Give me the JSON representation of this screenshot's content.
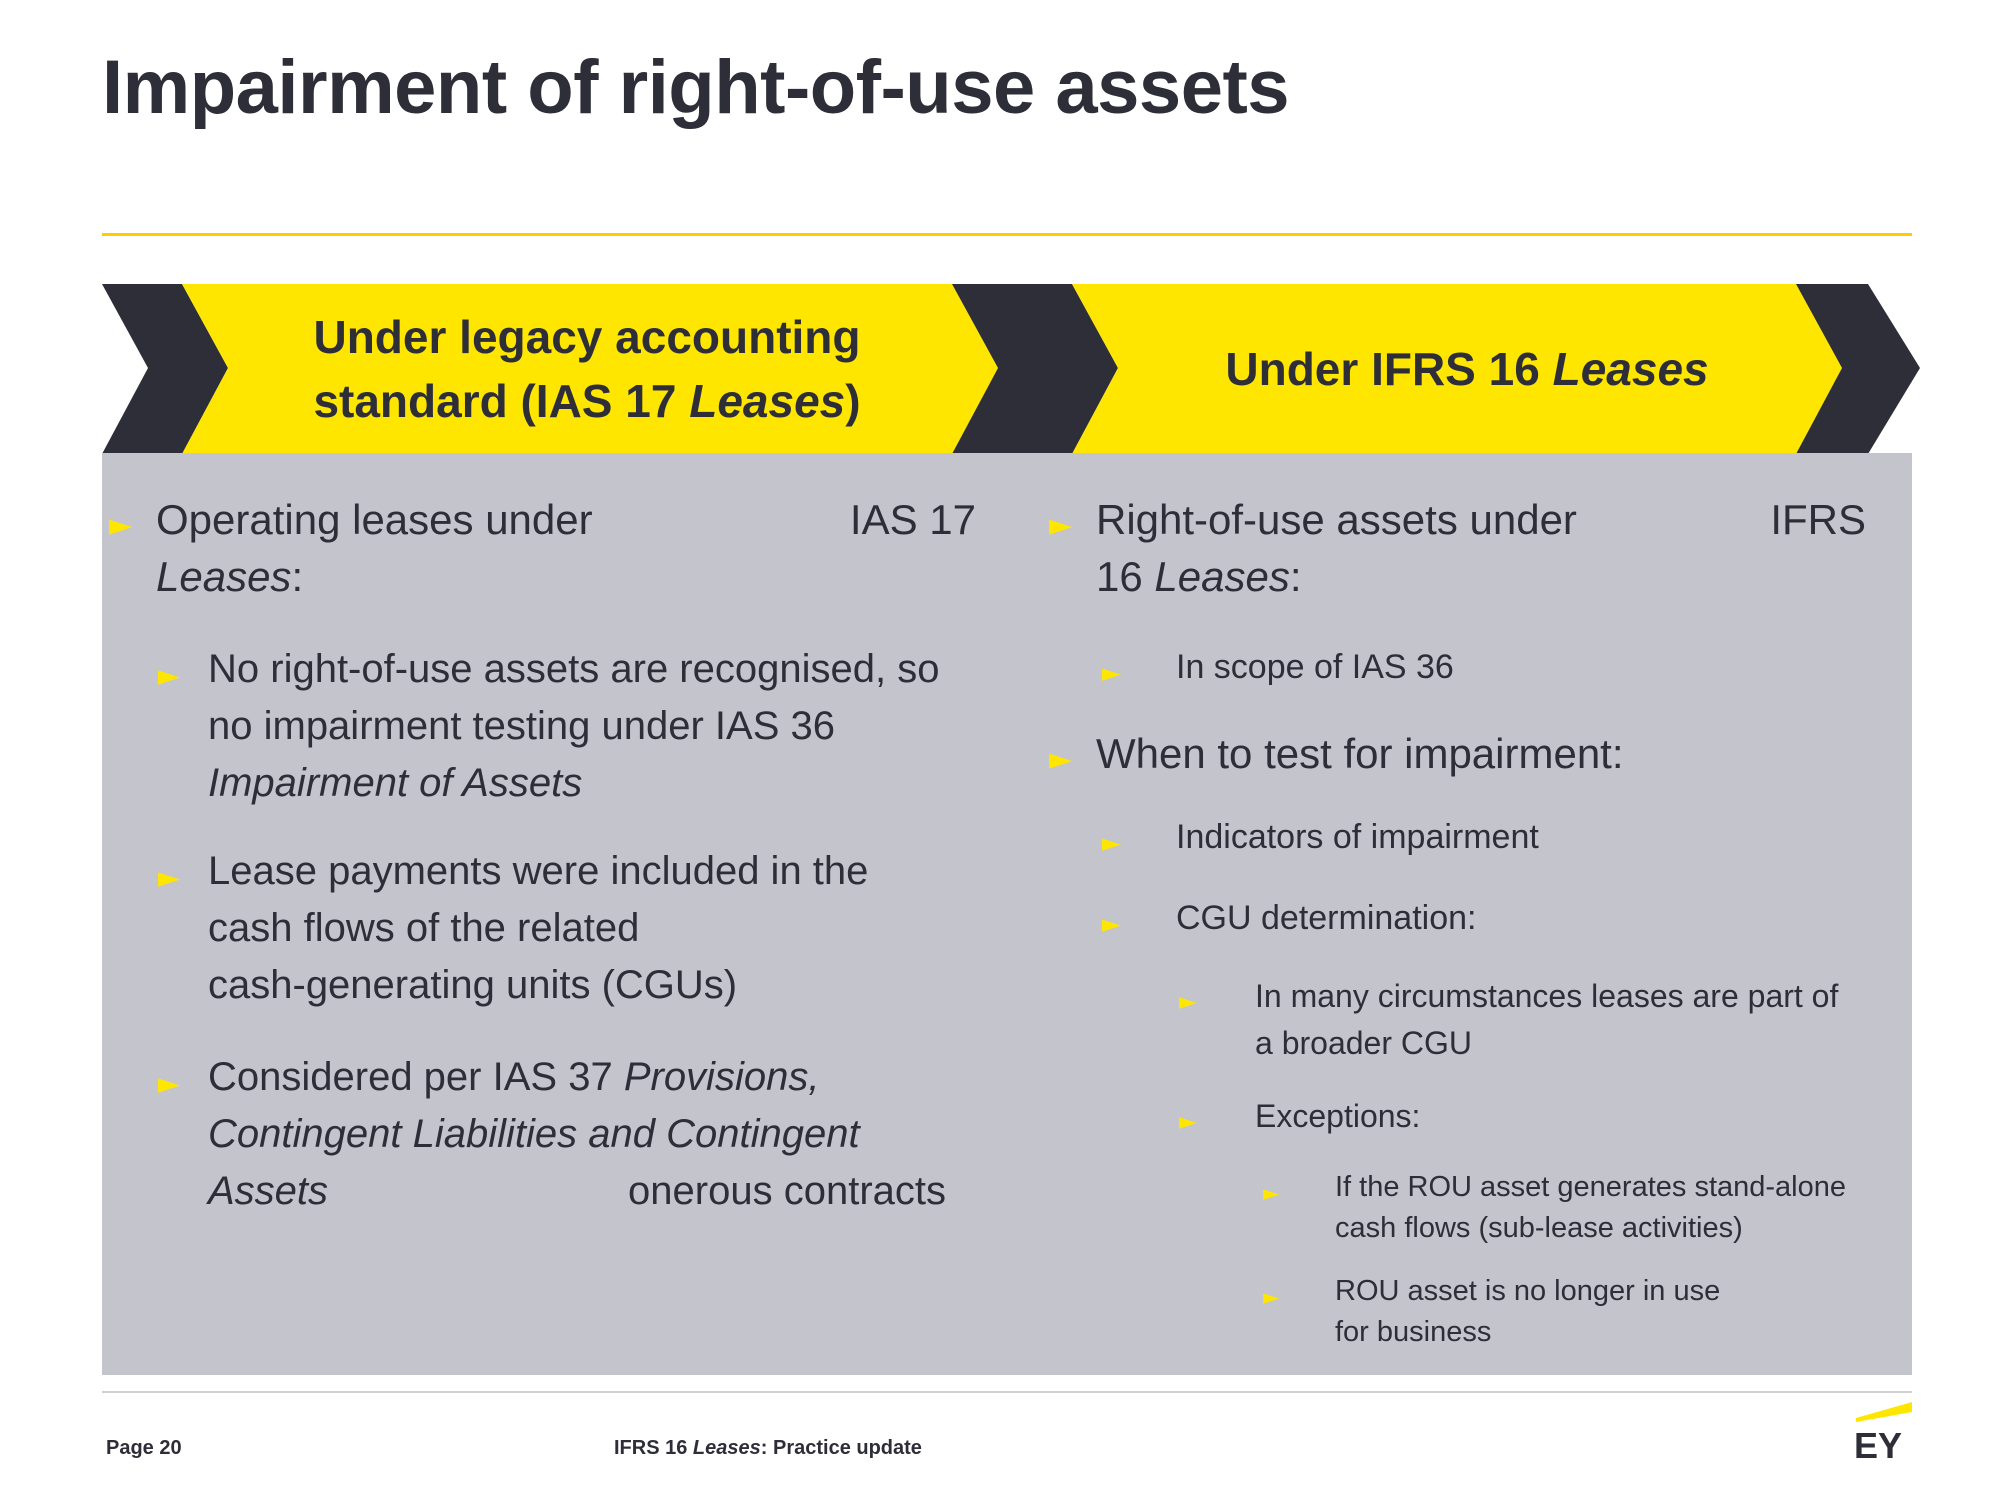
{
  "title": "Impairment of right-of-use assets",
  "colors": {
    "accent_yellow": "#ffe600",
    "dark": "#2e2e38",
    "panel_grey": "#c4c4cc",
    "rule": "#ffcc00"
  },
  "banner": {
    "left": {
      "line1": "Under legacy accounting",
      "line2_a": "standard (IAS 17 ",
      "line2_b": "Leases",
      "line2_c": ")"
    },
    "right": {
      "text_a": "Under IFRS 16 ",
      "text_b": "Leases"
    }
  },
  "bullet_glyph": "►",
  "left": {
    "heading": {
      "a": "Operating leases under",
      "b": "IAS 17",
      "c": "Leases",
      "d": ":"
    },
    "b1": {
      "line1": "No right-of-use assets are recognised, so",
      "line2": "no impairment testing under IAS 36",
      "line3": "Impairment of Assets"
    },
    "b2": {
      "line1": "Lease payments were included in the",
      "line2": "cash flows of the related",
      "line3": "cash-generating units (CGUs)"
    },
    "b3": {
      "a": "Considered per IAS 37 ",
      "b": "Provisions,",
      "line2": "Contingent Liabilities and Contingent",
      "line3_a": "Assets",
      "line3_b": "onerous contracts"
    }
  },
  "right": {
    "heading": {
      "a": "Right-of-use assets under",
      "b": "IFRS",
      "c": "16 ",
      "d": "Leases",
      "e": ":"
    },
    "scope": "In scope of IAS 36",
    "when": "When to test for impairment:",
    "indicators": "Indicators of impairment",
    "cgu": "CGU determination:",
    "many": {
      "line1": "In many circumstances leases are part of",
      "line2": "a broader CGU"
    },
    "exceptions": "Exceptions:",
    "ex1": {
      "line1": "If the ROU asset generates stand-alone",
      "line2": "cash flows (sub-lease activities)"
    },
    "ex2": {
      "line1": "ROU asset is no longer in use",
      "line2": "for business"
    }
  },
  "footer": {
    "page": "Page 20",
    "doc_a": "IFRS 16 ",
    "doc_b": "Leases",
    "doc_c": ": Practice update"
  },
  "logo_text": "EY"
}
